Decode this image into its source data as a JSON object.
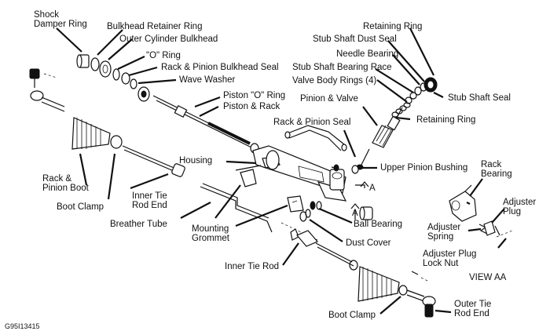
{
  "labels": {
    "shock_damper_ring": "Shock\nDamper Ring",
    "bulkhead_retainer_ring": "Bulkhead Retainer Ring",
    "outer_cylinder_bulkhead": "Outer Cylinder Bulkhead",
    "o_ring": "\"O\" Ring",
    "rack_pinion_bulkhead_seal": "Rack & Pinion Bulkhead Seal",
    "wave_washer": "Wave Washer",
    "piston_o_ring": "Piston \"O\" Ring",
    "piston_rack": "Piston & Rack",
    "retaining_ring_top": "Retaining Ring",
    "stub_shaft_dust_seal": "Stub Shaft Dust Seal",
    "needle_bearing": "Needle Bearing",
    "stub_shaft_bearing_race": "Stub Shaft Bearing Race",
    "valve_body_rings": "Valve Body Rings (4)",
    "stub_shaft_seal": "Stub Shaft Seal",
    "pinion_valve": "Pinion & Valve",
    "retaining_ring_mid": "Retaining Ring",
    "rack_pinion_seal": "Rack & Pinion Seal",
    "housing": "Housing",
    "upper_pinion_bushing": "Upper Pinion Bushing",
    "section_a_top": "A",
    "section_a_bottom": "A",
    "rack_pinion_boot": "Rack &\nPinion Boot",
    "boot_clamp_left": "Boot Clamp",
    "inner_tie_rod_end": "Inner Tie\nRod End",
    "breather_tube": "Breather Tube",
    "mounting_grommet": "Mounting\nGrommet",
    "ball_bearing": "Ball Bearing",
    "dust_cover": "Dust Cover",
    "inner_tie_rod": "Inner Tie Rod",
    "boot_clamp_bottom": "Boot Clamp",
    "outer_tie_rod_end": "Outer Tie\nRod End",
    "rack_bearing": "Rack\nBearing",
    "adjuster_plug": "Adjuster\nPlug",
    "adjuster_spring": "Adjuster\nSpring",
    "adjuster_plug_lock_nut": "Adjuster Plug\nLock Nut",
    "view_aa": "VIEW AA",
    "figure_code": "G95I13415"
  }
}
